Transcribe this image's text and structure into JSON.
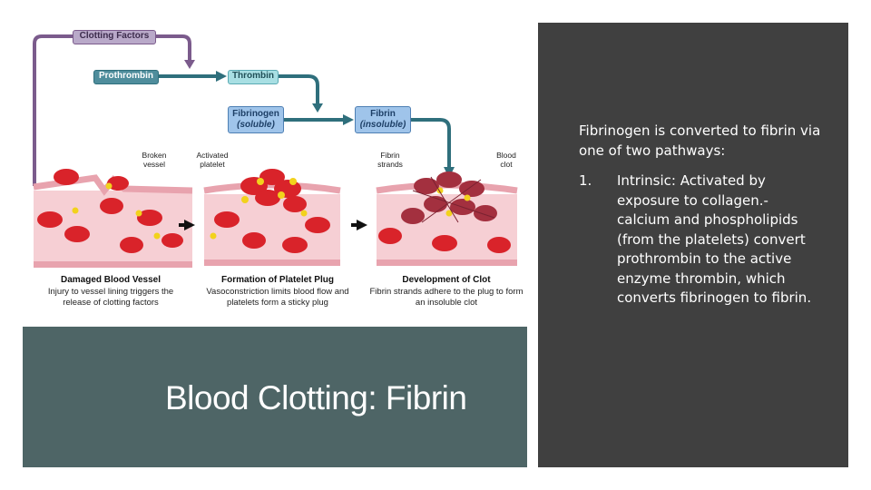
{
  "diagram": {
    "flow": {
      "clotting_factors": "Clotting Factors",
      "prothrombin": "Prothrombin",
      "thrombin": "Thrombin",
      "fibrinogen": "Fibrinogen",
      "fibrinogen_sub": "(soluble)",
      "fibrin": "Fibrin",
      "fibrin_sub": "(insoluble)"
    },
    "labels": {
      "broken_vessel": "Broken vessel",
      "activated_platelet": "Activated platelet",
      "fibrin_strands": "Fibrin strands",
      "blood_clot": "Blood clot"
    },
    "stages": [
      {
        "title": "Damaged Blood Vessel",
        "desc": "Injury to vessel lining triggers the release of clotting factors"
      },
      {
        "title": "Formation of Platelet Plug",
        "desc": "Vasoconstriction limits blood flow and platelets form a sticky plug"
      },
      {
        "title": "Development of Clot",
        "desc": "Fibrin strands adhere to the plug to form an insoluble clot"
      }
    ],
    "colors": {
      "vessel": "#f6cfd4",
      "wall": "#e8a3ae",
      "rbc": "#d9232a",
      "platelet": "#f2d21c",
      "flow_arrow": "#2f6f7c",
      "loop_arrow": "#7b5b8c"
    }
  },
  "slide": {
    "title": "Blood Clotting: Fibrin",
    "intro": "Fibrinogen is converted to fibrin via one of two pathways:",
    "list": [
      {
        "num": "1.",
        "text": "Intrinsic: Activated by exposure to collagen.- calcium and phospholipids (from the platelets) convert prothrombin to the active enzyme thrombin, which converts fibrinogen to fibrin."
      }
    ]
  }
}
